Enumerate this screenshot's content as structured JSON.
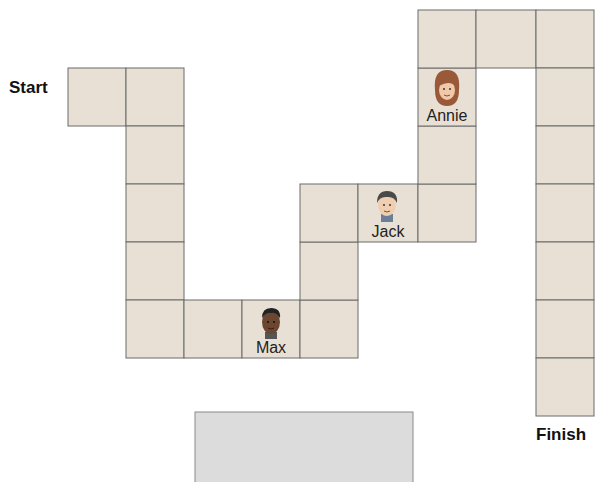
{
  "diagram": {
    "nodes": [
      {
        "text": [
          "Annie"
        ]
      },
      {
        "text": [
          "Jack"
        ]
      },
      {
        "text": [
          "Max"
        ]
      }
    ],
    "labels": [
      "Start",
      "Finish"
    ]
  }
}
